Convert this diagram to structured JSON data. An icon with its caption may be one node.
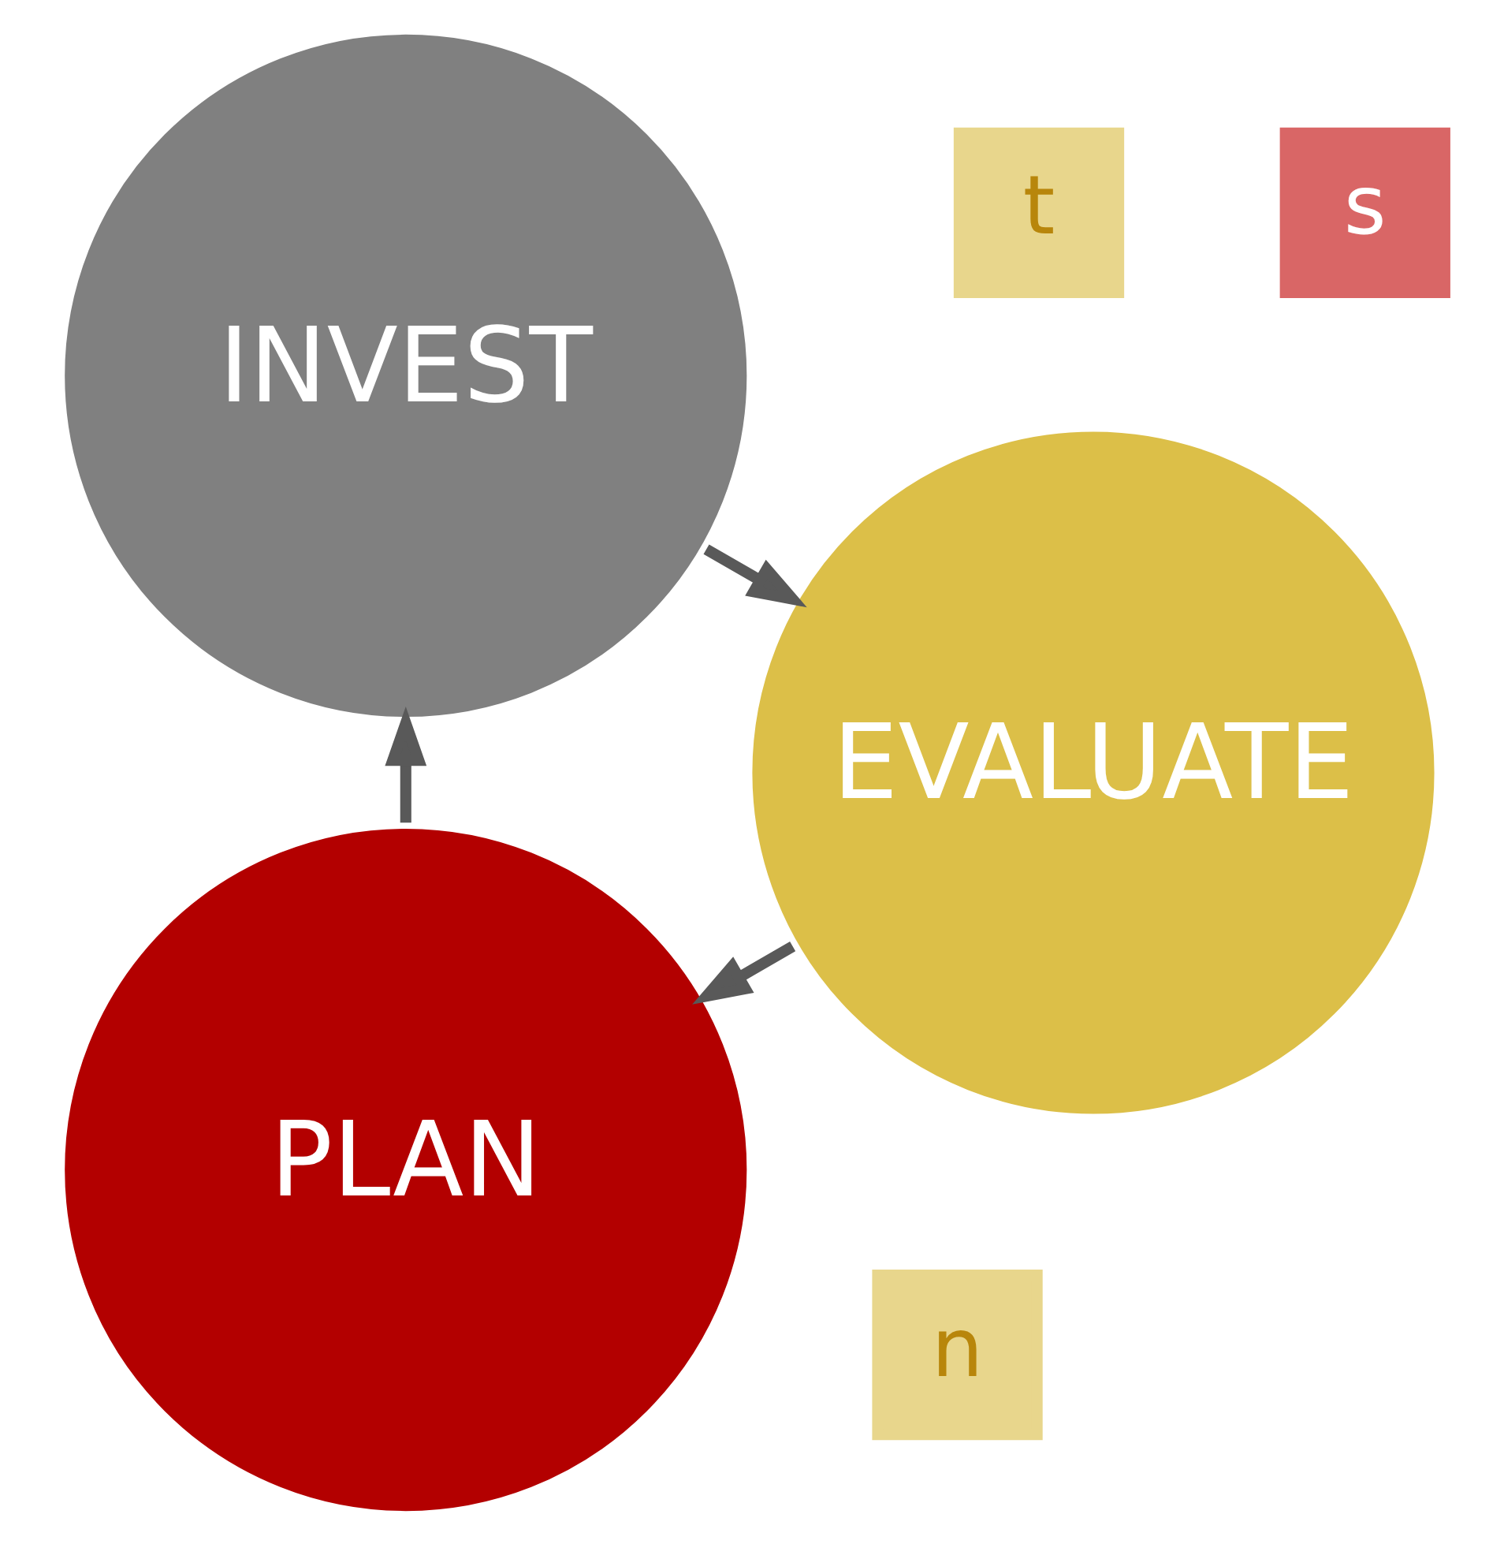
{
  "diagram": {
    "nodes": [
      {
        "text": [
          "PLAN"
        ]
      },
      {
        "text": [
          "INVEST"
        ]
      },
      {
        "text": [
          "EVALUATE"
        ]
      }
    ],
    "edges": [
      {
        "from": 0,
        "to": 1,
        "arrow": "to"
      },
      {
        "from": 1,
        "to": 2,
        "arrow": "to"
      },
      {
        "from": 2,
        "to": 0,
        "arrow": "to"
      }
    ],
    "labels": [
      "s",
      "t",
      "n"
    ]
  }
}
